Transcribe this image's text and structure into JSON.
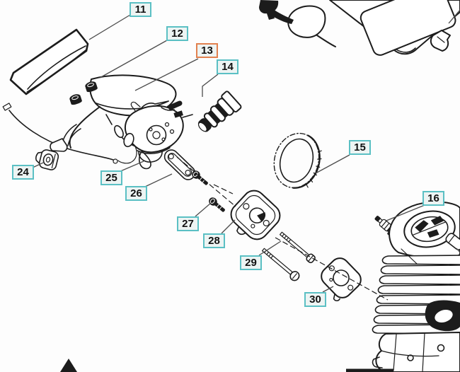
{
  "diagram": {
    "colors": {
      "background": "#fdfdfd",
      "line_art": "#1c1c1c",
      "leader_line": "#4d4d4d",
      "label_border": "#5bc0c4",
      "label_border_highlight": "#e2814f",
      "label_bg": "#edf4f3",
      "label_text": "#111111"
    },
    "labels": [
      {
        "number": "11",
        "highlighted": false
      },
      {
        "number": "12",
        "highlighted": false
      },
      {
        "number": "13",
        "highlighted": true
      },
      {
        "number": "14",
        "highlighted": false
      },
      {
        "number": "15",
        "highlighted": false
      },
      {
        "number": "16",
        "highlighted": false
      },
      {
        "number": "24",
        "highlighted": false
      },
      {
        "number": "25",
        "highlighted": false
      },
      {
        "number": "26",
        "highlighted": false
      },
      {
        "number": "27",
        "highlighted": false
      },
      {
        "number": "28",
        "highlighted": false
      },
      {
        "number": "29",
        "highlighted": false
      },
      {
        "number": "30",
        "highlighted": false
      }
    ]
  }
}
